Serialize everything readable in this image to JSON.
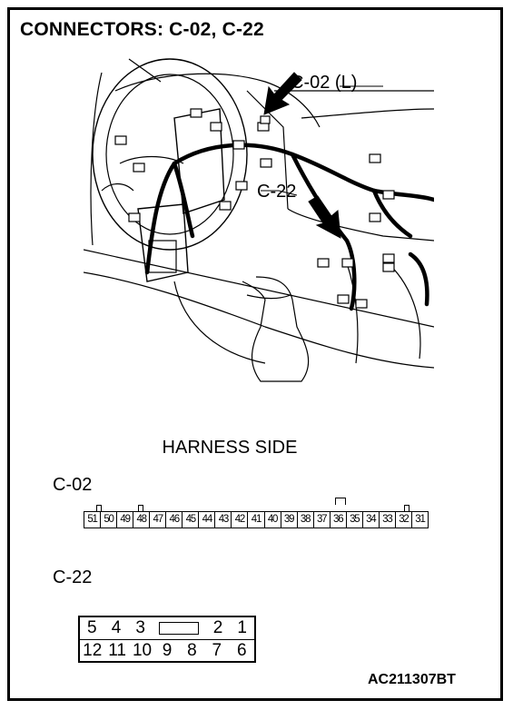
{
  "title": "CONNECTORS: C-02, C-22",
  "callouts": {
    "c02_l": "C-02 (L)",
    "c22": "C-22"
  },
  "harness_side": "HARNESS SIDE",
  "connectors": {
    "c02": {
      "name": "C-02",
      "pins": [
        "51",
        "50",
        "49",
        "48",
        "47",
        "46",
        "45",
        "44",
        "43",
        "42",
        "41",
        "40",
        "39",
        "38",
        "37",
        "36",
        "35",
        "34",
        "33",
        "32",
        "31"
      ]
    },
    "c22": {
      "name": "C-22",
      "row1": [
        "5",
        "4",
        "3",
        "",
        "2",
        "1"
      ],
      "row2": [
        "12",
        "11",
        "10",
        "9",
        "8",
        "7",
        "6"
      ]
    }
  },
  "figure_code": "AC211307BT"
}
